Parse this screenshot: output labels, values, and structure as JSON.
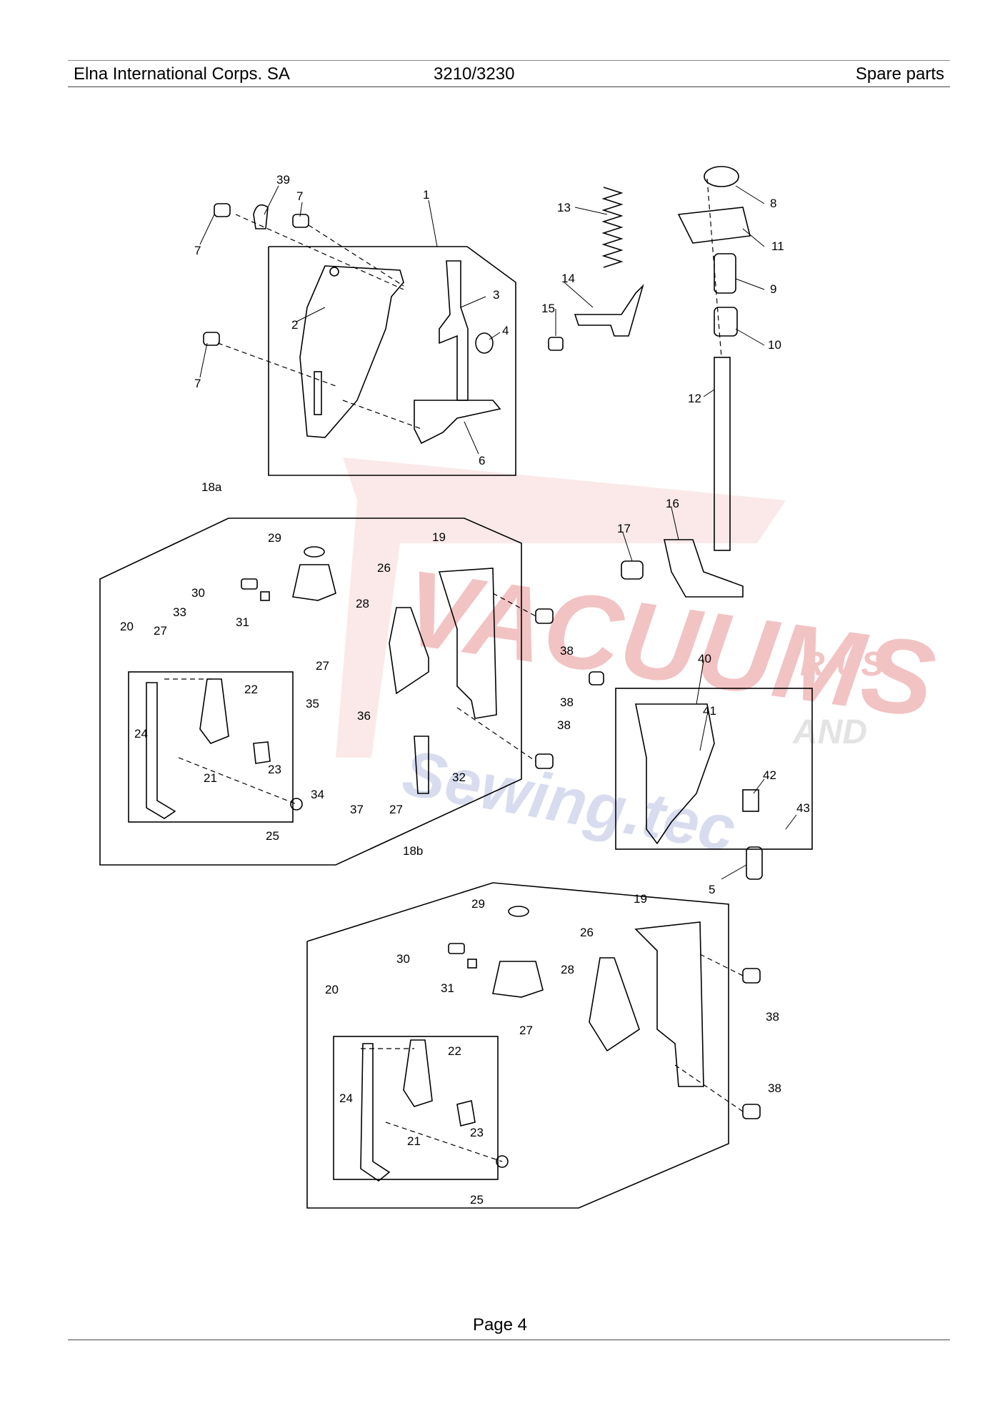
{
  "header": {
    "company": "Elna International Corps. SA",
    "model": "3210/3230",
    "section": "Spare parts"
  },
  "footer": {
    "page": "Page 4"
  },
  "watermark": {
    "main": "VACUUMS",
    "sub1": "R-US",
    "sub2": "AND",
    "sub3": "Sewing.tec",
    "color": "#e8a0a0"
  },
  "labels": {
    "p1": "1",
    "p2": "2",
    "p3": "3",
    "p4": "4",
    "p5": "5",
    "p6": "6",
    "p7a": "7",
    "p7b": "7",
    "p7c": "7",
    "p8": "8",
    "p9": "9",
    "p10": "10",
    "p11": "11",
    "p12": "12",
    "p13": "13",
    "p14": "14",
    "p15": "15",
    "p16": "16",
    "p17": "17",
    "p39": "39",
    "p40": "40",
    "p41": "41",
    "p42": "42",
    "p43": "43",
    "a18": "18a",
    "a19": "19",
    "a20": "20",
    "a21": "21",
    "a22": "22",
    "a23": "23",
    "a24": "24",
    "a25": "25",
    "a26": "26",
    "a27a": "27",
    "a27b": "27",
    "a27c": "27",
    "a28": "28",
    "a29": "29",
    "a30": "30",
    "a31": "31",
    "a32": "32",
    "a33": "33",
    "a34": "34",
    "a35": "35",
    "a36": "36",
    "a37": "37",
    "a38a": "38",
    "a38b": "38",
    "a38c": "38",
    "b18": "18b",
    "b19": "19",
    "b20": "20",
    "b21": "21",
    "b22": "22",
    "b23": "23",
    "b24": "24",
    "b25": "25",
    "b26": "26",
    "b27": "27",
    "b28": "28",
    "b29": "29",
    "b30": "30",
    "b31": "31",
    "b38a": "38",
    "b38b": "38"
  }
}
